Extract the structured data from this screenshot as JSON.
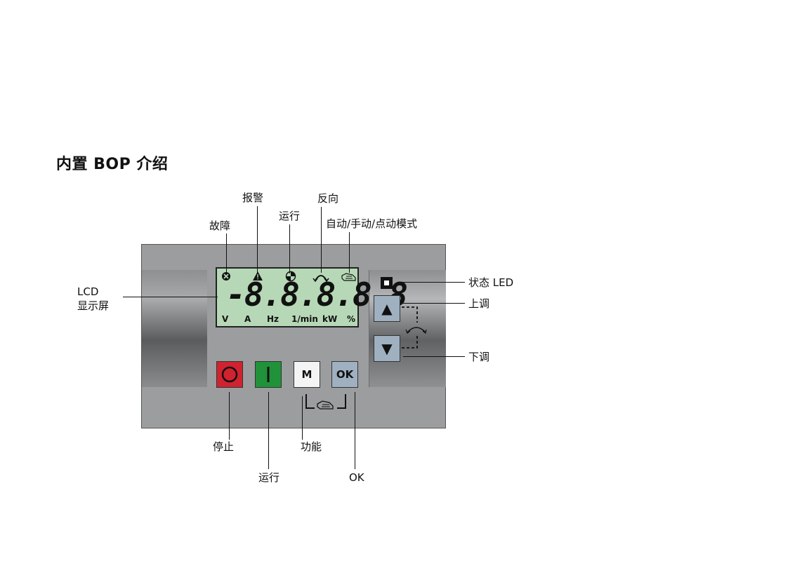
{
  "title": "内置 BOP 介绍",
  "callouts": {
    "fault": "故障",
    "alarm": "报警",
    "running": "运行",
    "reverse": "反向",
    "mode": "自动/手动/点动模式",
    "lcd_line1": "LCD",
    "lcd_line2": "显示屏",
    "status_led": "状态 LED",
    "up": "上调",
    "down": "下调",
    "stop": "停止",
    "run": "运行",
    "function": "功能",
    "ok": "OK"
  },
  "display": {
    "digits": "-8.8.8.8.8",
    "units": [
      "V",
      "A",
      "Hz",
      "1/min",
      "kW",
      "%"
    ]
  },
  "buttons": {
    "func_label": "M",
    "ok_label": "OK",
    "up_glyph": "▲",
    "down_glyph": "▼"
  },
  "icons": [
    "fault-icon",
    "alarm-icon",
    "running-icon",
    "reverse-icon",
    "hand-icon",
    "status-led-icon"
  ],
  "colors": {
    "panel": "#9b9d9f",
    "lcd": "#b6d8b6",
    "stop": "#d1222f",
    "run": "#20923a",
    "keys": "#9fb0c0"
  }
}
